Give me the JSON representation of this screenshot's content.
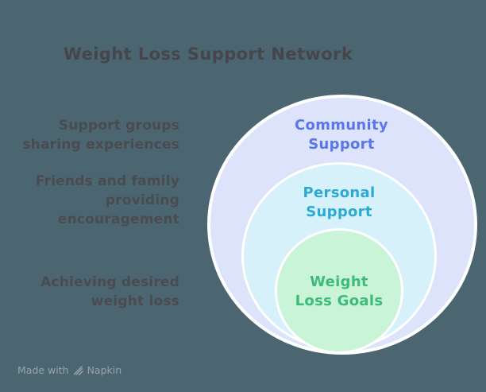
{
  "page": {
    "background_color": "#4C6671",
    "annotation_text_color": "#4A4B51"
  },
  "title": {
    "text": "Weight Loss Support Network",
    "color": "#45464B"
  },
  "annotations": [
    {
      "for": "community-support",
      "text": "Support groups\nsharing experiences"
    },
    {
      "for": "personal-support",
      "text": "Friends and family\nproviding\nencouragement"
    },
    {
      "for": "weight-loss-goals",
      "text": "Achieving desired\nweight loss"
    }
  ],
  "venn": {
    "type": "nested-circles",
    "circles": [
      {
        "name": "community-support",
        "label": "Community\nSupport",
        "fill": "#DCE3FA",
        "border": "#FFFFFF",
        "text_color": "#5B76E8"
      },
      {
        "name": "personal-support",
        "label": "Personal\nSupport",
        "fill": "#D6F1FA",
        "border": "#FFFFFF",
        "text_color": "#2BAAD5"
      },
      {
        "name": "weight-loss-goals",
        "label": "Weight\nLoss Goals",
        "fill": "#C9F4D8",
        "border": "#FFFFFF",
        "text_color": "#3EBB7B"
      }
    ]
  },
  "watermark": {
    "prefix": "Made with",
    "brand": "Napkin",
    "color": "#97A3A9"
  }
}
